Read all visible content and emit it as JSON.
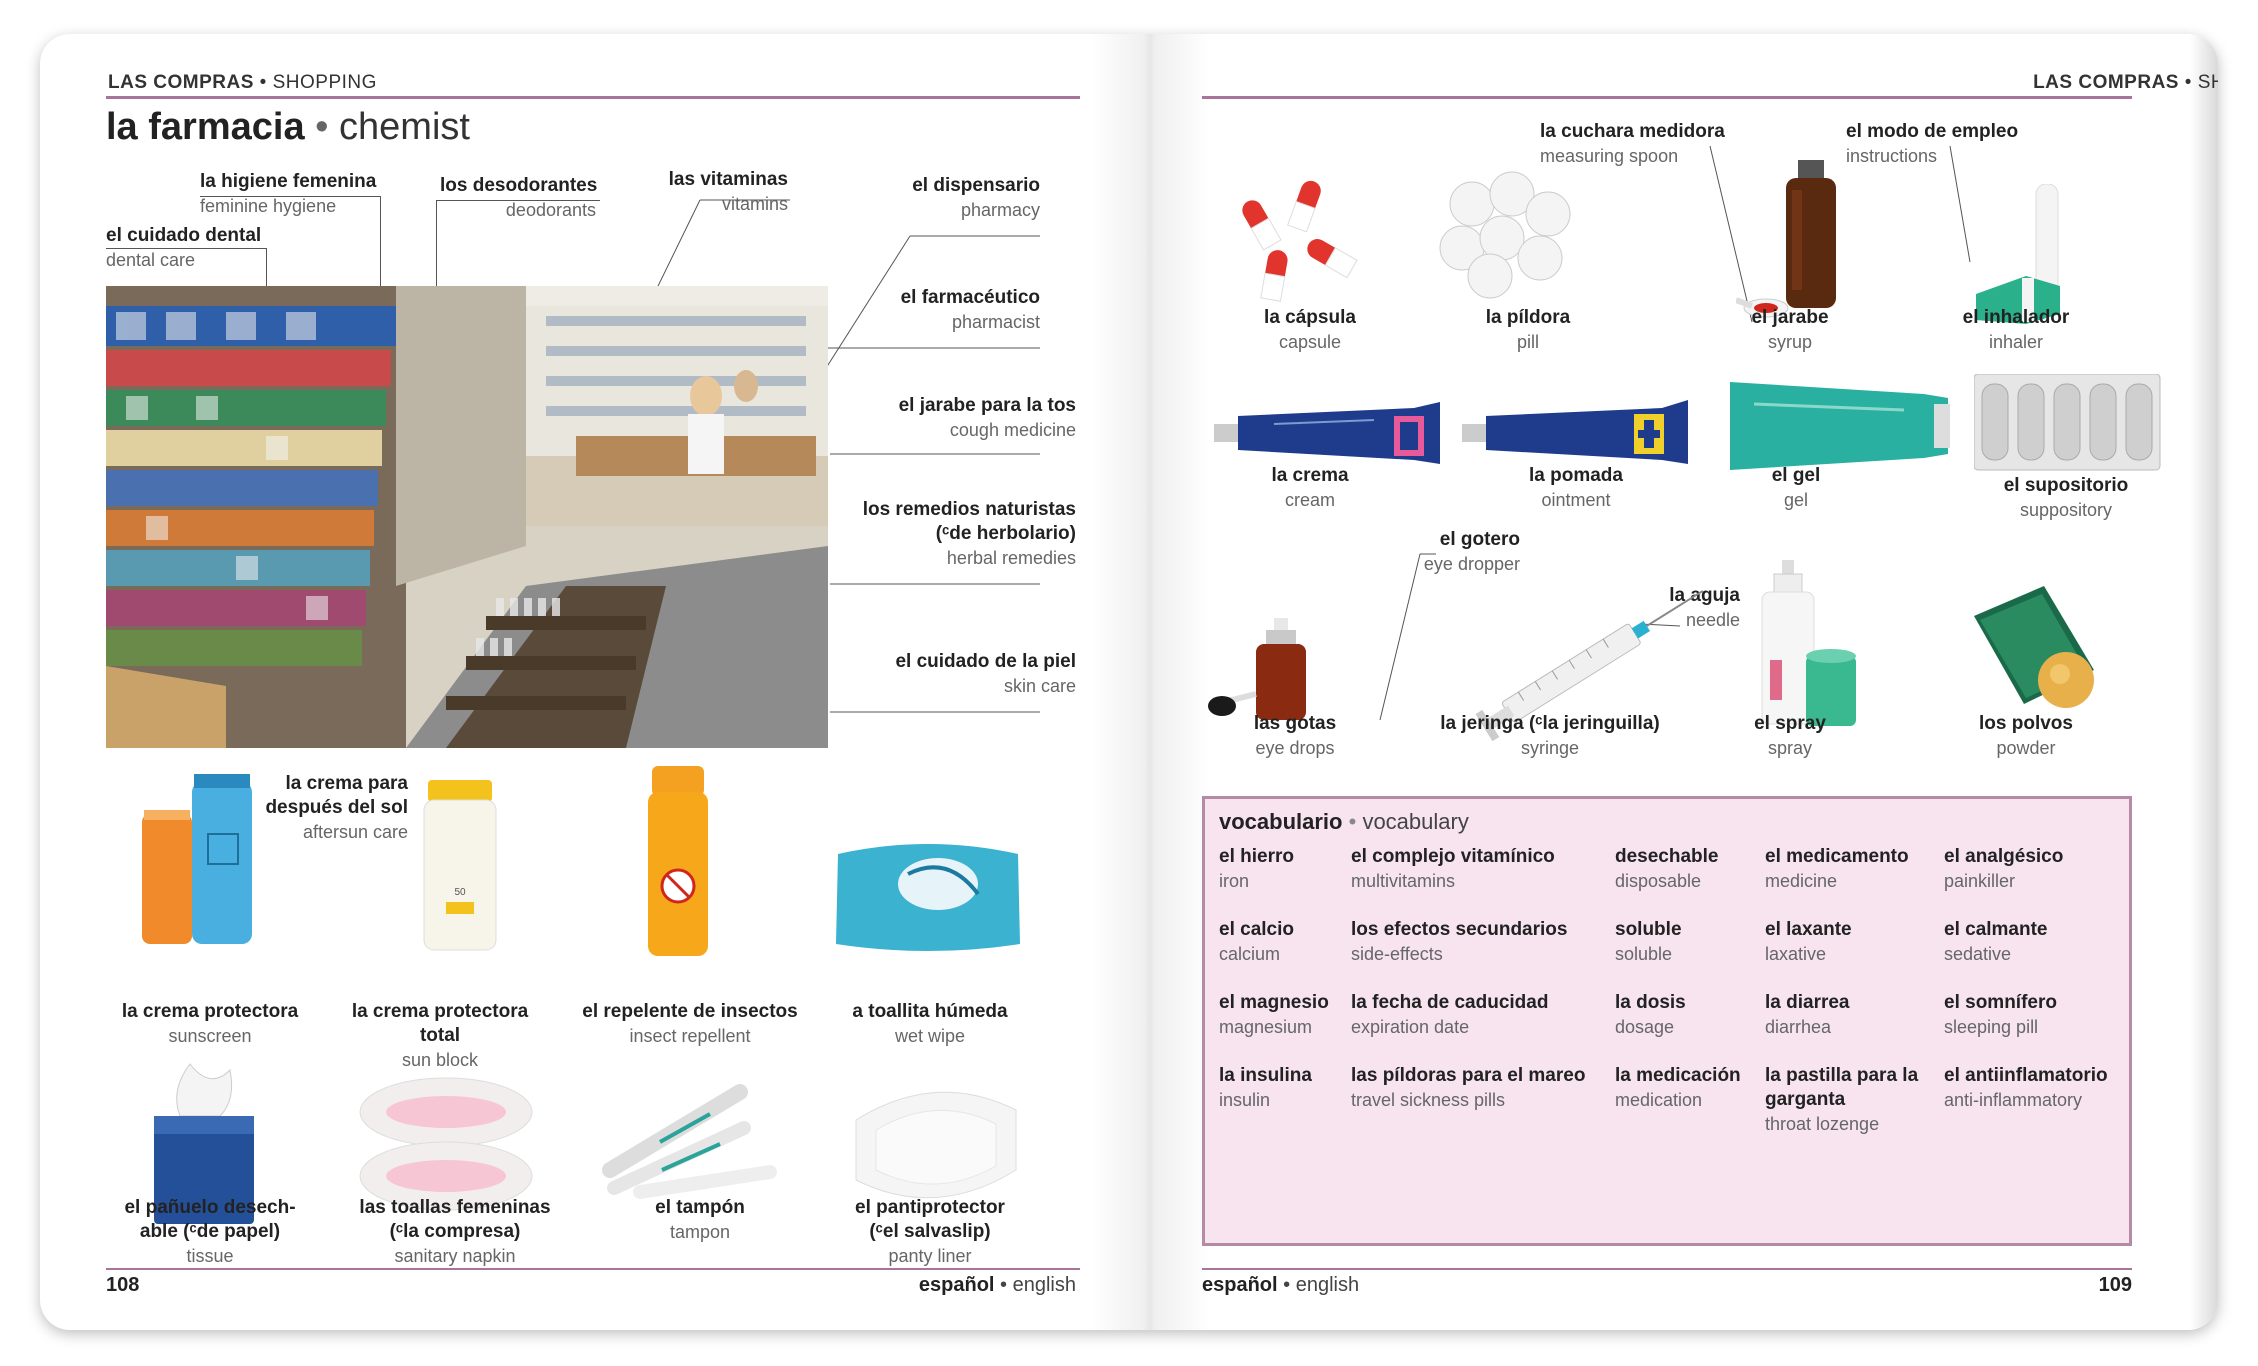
{
  "left_page": {
    "header": {
      "es": "LAS COMPRAS",
      "en": "SHOPPING"
    },
    "title": {
      "es": "la farmacia",
      "en": "chemist"
    },
    "photo_labels": [
      {
        "es": "la higiene femenina",
        "en": "feminine hygiene"
      },
      {
        "es": "el cuidado dental",
        "en": "dental care"
      },
      {
        "es": "los desodorantes",
        "en": "deodorants"
      },
      {
        "es": "las vitaminas",
        "en": "vitamins"
      },
      {
        "es": "el dispensario",
        "en": "pharmacy"
      },
      {
        "es": "el farmacéutico",
        "en": "pharmacist"
      },
      {
        "es": "el jarabe para la tos",
        "en": "cough medicine"
      },
      {
        "es": "los remedios naturistas",
        "es2": "(ᶜde herbolario)",
        "en": "herbal remedies"
      },
      {
        "es": "el cuidado de la piel",
        "en": "skin care"
      }
    ],
    "products": [
      {
        "es": "la crema protectora",
        "en": "sunscreen"
      },
      {
        "es": "la crema protectora",
        "es2": "total",
        "en": "sun block"
      },
      {
        "es": "el repelente de insectos",
        "en": "insect repellent"
      },
      {
        "es": "a toallita húmeda",
        "en": "wet wipe"
      },
      {
        "es": "el pañuelo desech-",
        "es2": "able (ᶜde papel)",
        "en": "tissue"
      },
      {
        "es": "las toallas femeninas",
        "es2": "(ᶜla compresa)",
        "en": "sanitary napkin"
      },
      {
        "es": "el tampón",
        "en": "tampon"
      },
      {
        "es": "el pantiprotector",
        "es2": "(ᶜel salvaslip)",
        "en": "panty liner"
      }
    ],
    "aftersun": {
      "es": "la crema para",
      "es2": "después del sol",
      "en": "aftersun care"
    },
    "spf_text": "50",
    "page_number": "108",
    "footer": {
      "es": "español",
      "en": "english"
    }
  },
  "right_page": {
    "header": {
      "es": "LAS COMPRAS",
      "en": "SHOPPING"
    },
    "items_row1": [
      {
        "es": "la cápsula",
        "en": "capsule"
      },
      {
        "es": "la píldora",
        "en": "pill"
      },
      {
        "es": "el jarabe",
        "en": "syrup"
      },
      {
        "es": "el inhalador",
        "en": "inhaler"
      }
    ],
    "callouts_row1": [
      {
        "es": "la cuchara medidora",
        "en": "measuring spoon"
      },
      {
        "es": "el modo de empleo",
        "en": "instructions"
      }
    ],
    "items_row2": [
      {
        "es": "la crema",
        "en": "cream"
      },
      {
        "es": "la pomada",
        "en": "ointment"
      },
      {
        "es": "el gel",
        "en": "gel"
      },
      {
        "es": "el supositorio",
        "en": "suppository"
      }
    ],
    "items_row3": [
      {
        "es": "las gotas",
        "en": "eye drops"
      },
      {
        "es": "la jeringa (ᶜla jeringuilla)",
        "en": "syringe"
      },
      {
        "es": "el spray",
        "en": "spray"
      },
      {
        "es": "los polvos",
        "en": "powder"
      }
    ],
    "callouts_row3": [
      {
        "es": "el gotero",
        "en": "eye dropper"
      },
      {
        "es": "la aguja",
        "en": "needle"
      }
    ],
    "vocabulary": {
      "title": {
        "es": "vocabulario",
        "en": "vocabulary"
      },
      "columns": [
        [
          {
            "es": "el hierro",
            "en": "iron"
          },
          {
            "es": "el calcio",
            "en": "calcium"
          },
          {
            "es": "el magnesio",
            "en": "magnesium"
          },
          {
            "es": "la insulina",
            "en": "insulin"
          }
        ],
        [
          {
            "es": "el complejo vitamínico",
            "en": "multivitamins"
          },
          {
            "es": "los efectos secundarios",
            "en": "side-effects"
          },
          {
            "es": "la fecha de caducidad",
            "en": "expiration date"
          },
          {
            "es": "las píldoras para el mareo",
            "en": "travel sickness pills"
          }
        ],
        [
          {
            "es": "desechable",
            "en": "disposable"
          },
          {
            "es": "soluble",
            "en": "soluble"
          },
          {
            "es": "la dosis",
            "en": "dosage"
          },
          {
            "es": "la medicación",
            "en": "medication"
          }
        ],
        [
          {
            "es": "el medicamento",
            "en": "medicine"
          },
          {
            "es": "el laxante",
            "en": "laxative"
          },
          {
            "es": "la diarrea",
            "en": "diarrhea"
          },
          {
            "es": "la pastilla para la",
            "es2": "garganta",
            "en": "throat lozenge"
          }
        ],
        [
          {
            "es": "el analgésico",
            "en": "painkiller"
          },
          {
            "es": "el calmante",
            "en": "sedative"
          },
          {
            "es": "el somnífero",
            "en": "sleeping pill"
          },
          {
            "es": "el antiinflamatorio",
            "en": "anti-inflammatory"
          }
        ]
      ]
    },
    "page_number": "109",
    "footer": {
      "es": "español",
      "en": "english"
    }
  },
  "colors": {
    "accent_rule": "#a8749a",
    "vocab_bg": "#f7e4ef",
    "vocab_border": "#b58aa8"
  }
}
